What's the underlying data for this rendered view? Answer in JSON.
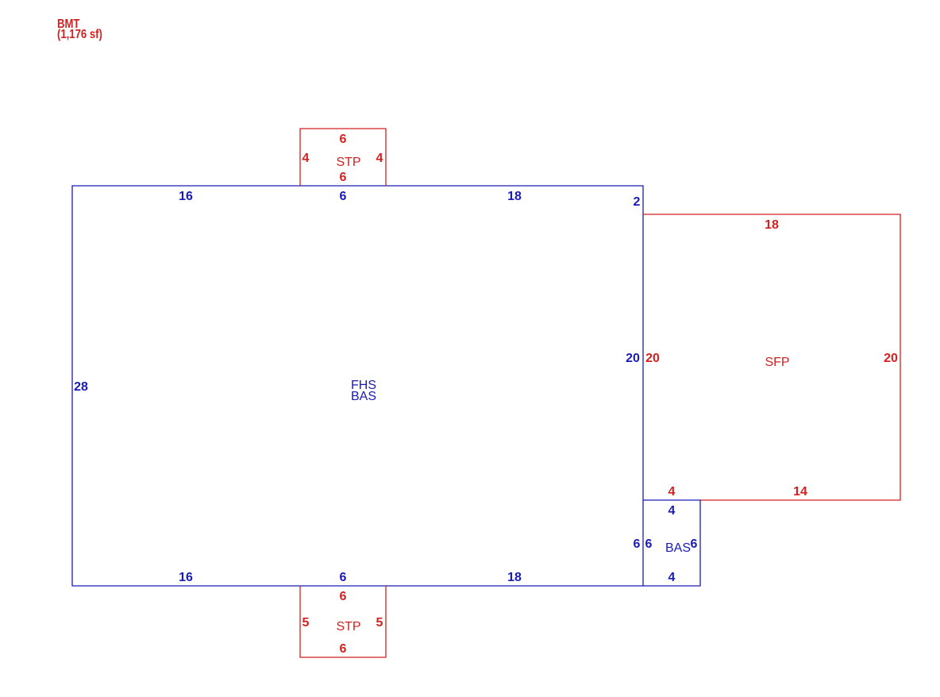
{
  "header": {
    "level_code": "BMT",
    "level_area": "(1,176 sf)"
  },
  "colors": {
    "living_area": "#1a1ab8",
    "exterior_area": "#d42020"
  },
  "areas": {
    "main": {
      "code_fhs": "FHS",
      "code_bas": "BAS",
      "dim_top_left": "16",
      "dim_top_mid": "6",
      "dim_top_right": "18",
      "dim_right_step": "2",
      "dim_right": "20",
      "dim_left": "28",
      "dim_bottom_left": "16",
      "dim_bottom_mid": "6",
      "dim_bottom_right": "18",
      "dim_right_lower": "6"
    },
    "stoop_top": {
      "code": "STP",
      "dim_top": "6",
      "dim_bottom": "6",
      "dim_left": "4",
      "dim_right": "4"
    },
    "stoop_bottom": {
      "code": "STP",
      "dim_top": "6",
      "dim_bottom": "6",
      "dim_left": "5",
      "dim_right": "5"
    },
    "porch": {
      "code": "SFP",
      "dim_top": "18",
      "dim_left": "20",
      "dim_right": "20",
      "dim_bottom_left": "4",
      "dim_bottom_right": "14"
    },
    "bump_out": {
      "code": "BAS",
      "dim_top": "4",
      "dim_bottom": "4",
      "dim_left": "6",
      "dim_right": "6"
    }
  }
}
